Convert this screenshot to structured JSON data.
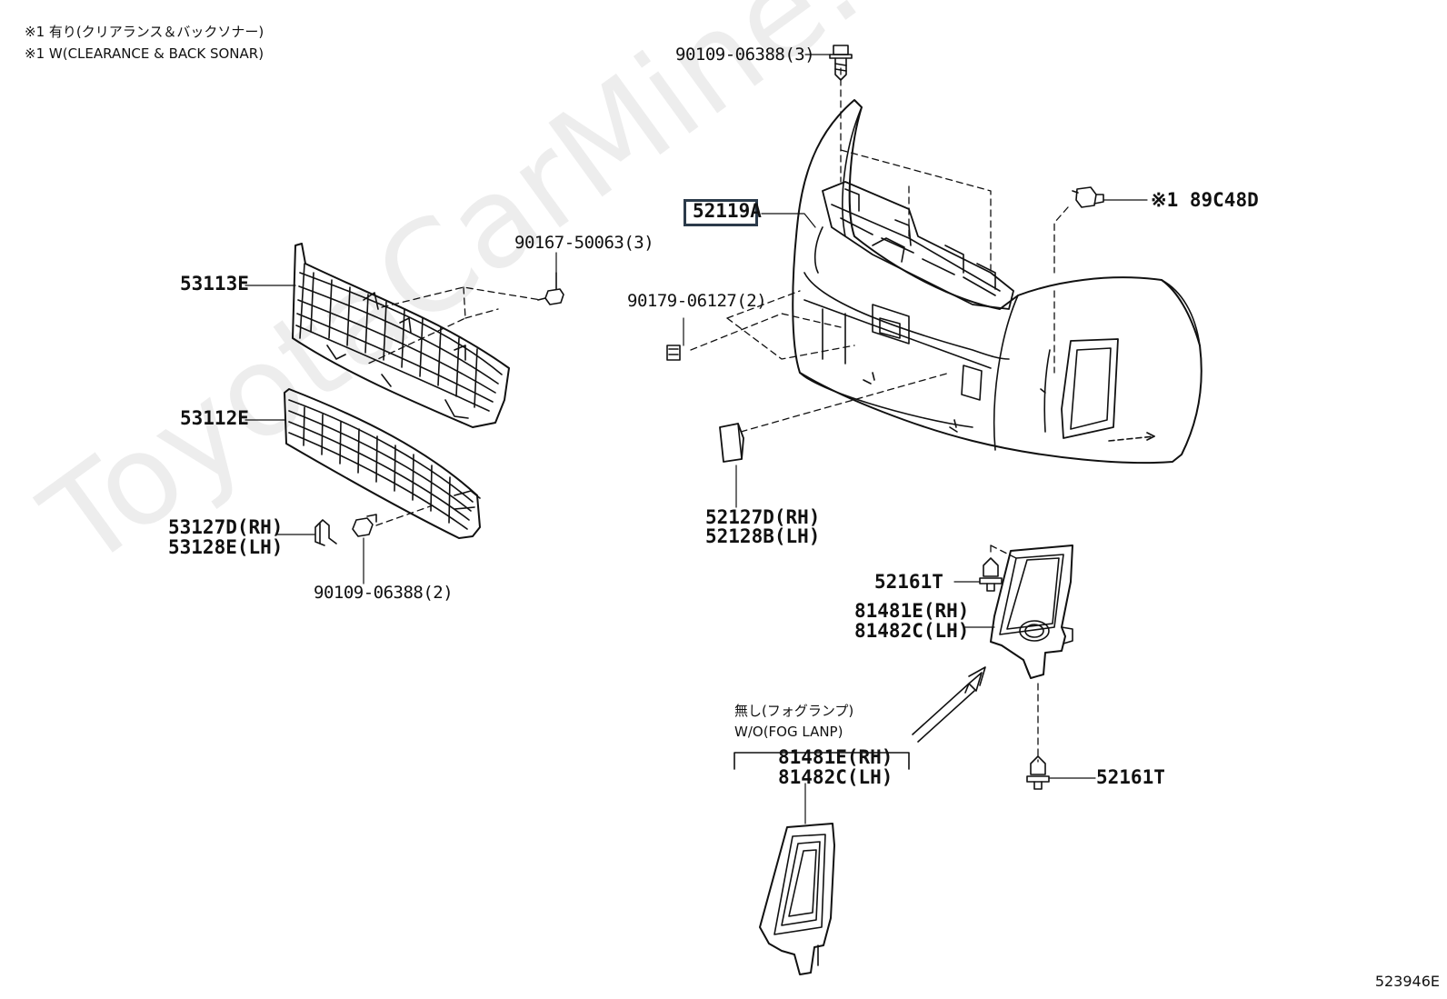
{
  "notes": {
    "line1": "※1 有り(クリアランス＆バックソナー)",
    "line2": "※1 W(CLEARANCE & BACK SONAR)"
  },
  "labels": {
    "p90109_3": "90109-06388(3)",
    "p52119A": "52119A",
    "p89C48D": "※1 89C48D",
    "p90167": "90167-50063(3)",
    "p53113E": "53113E",
    "p90179": "90179-06127(2)",
    "p53112E": "53112E",
    "p52127D": "52127D(RH)",
    "p52128B": "52128B(LH)",
    "p53127D": "53127D(RH)",
    "p53128E": "53128E(LH)",
    "p90109_2": "90109-06388(2)",
    "p52161T_a": "52161T",
    "p81481E_a": "81481E(RH)",
    "p81482C_a": "81482C(LH)",
    "wo_jp": "無し(フォグランプ)",
    "wo_en": "W/O(FOG LANP)",
    "p81481E_b": "81481E(RH)",
    "p81482C_b": "81482C(LH)",
    "p52161T_b": "52161T"
  },
  "watermark": "ToyotaCarMine.ru",
  "diagram_ref": "523946E",
  "colors": {
    "ink": "#111111",
    "highlight_border": "#2b3a4a"
  }
}
